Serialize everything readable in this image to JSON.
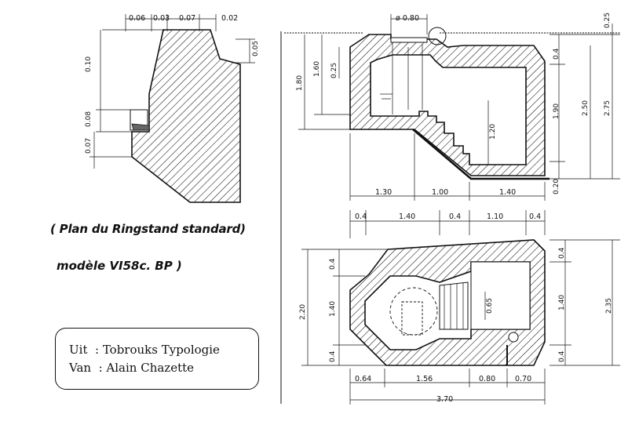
{
  "title": {
    "line1": "( Plan du Ringstand standard)",
    "line2": "modèle VI58c. BP )"
  },
  "credits": {
    "line1": "Uit  : Tobrouks Typologie",
    "line2": "Van  : Alain Chazette"
  },
  "detail_dims": {
    "top": [
      "0.06",
      "0.03",
      "0.07",
      "0.02"
    ],
    "right": "0.05",
    "left": [
      "0.10",
      "0.08",
      "0.07"
    ]
  },
  "section_dims": {
    "top": "ø 0.80",
    "top_right": "0.25",
    "left_outer": "1.80",
    "left_inner": "1.60",
    "left_small": "0.25",
    "right_a": "0.4",
    "right_b": "1.90",
    "right_c": "0.20",
    "right_d": "2.50",
    "right_e": "2.75",
    "stair": "1.20",
    "bottom": [
      "1.30",
      "1.00",
      "1.40"
    ]
  },
  "plan_dims": {
    "top": [
      "0.4",
      "1.40",
      "0.4",
      "1.10",
      "0.4"
    ],
    "left_outer": "2.20",
    "left": [
      "0.4",
      "1.40",
      "0.4"
    ],
    "right": [
      "0.4",
      "1.40",
      "0.4"
    ],
    "right_total": "2.35",
    "inner": "0.65",
    "bottom": [
      "0.64",
      "1.56",
      "0.80",
      "0.70"
    ],
    "total": "3.70"
  }
}
